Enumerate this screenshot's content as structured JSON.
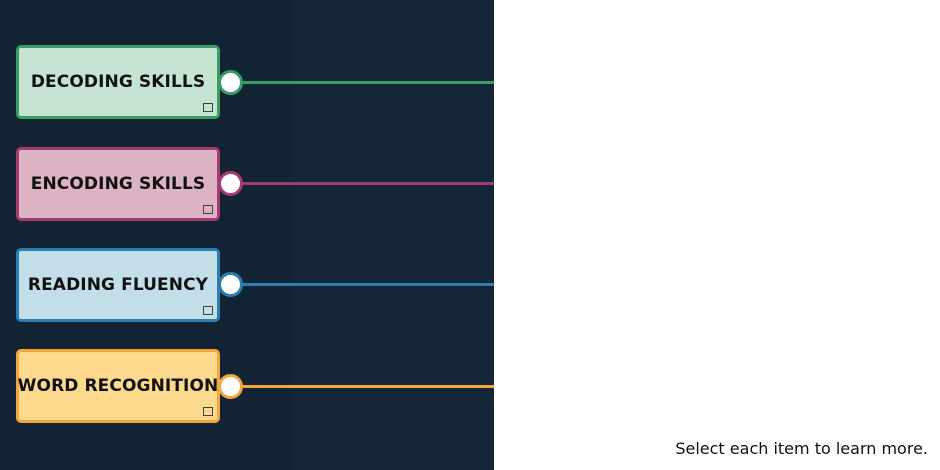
{
  "items": [
    {
      "label": "DECODING SKILLS",
      "fill": "#c5e5d2",
      "border": "#3a9b64"
    },
    {
      "label": "ENCODING SKILLS",
      "fill": "#dcb2c4",
      "border": "#a43a6f"
    },
    {
      "label": "READING FLUENCY",
      "fill": "#c2dfe8",
      "border": "#2b7fae"
    },
    {
      "label": "WORD RECOGNITION",
      "fill": "#fdd98d",
      "border": "#f2a63c"
    }
  ],
  "instruction": "Select each item to learn more.",
  "colors": {
    "panel": "#132536",
    "background": "#ffffff"
  }
}
